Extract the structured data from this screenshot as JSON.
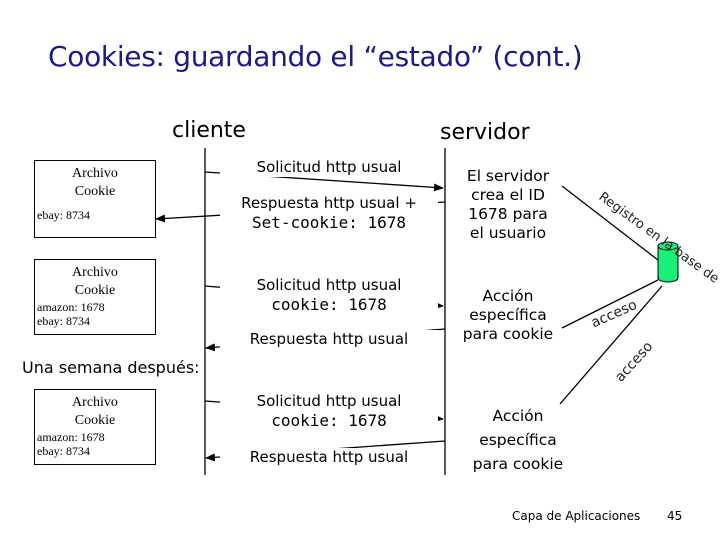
{
  "title": "Cookies: guardando el “estado” (cont.)",
  "client_label": "cliente",
  "server_label": "servidor",
  "week_later": "Una semana después:",
  "cookie_files": [
    {
      "title": [
        "Archivo",
        "Cookie"
      ],
      "entries": [
        "ebay: 8734"
      ]
    },
    {
      "title": [
        "Archivo",
        "Cookie"
      ],
      "entries": [
        "amazon: 1678",
        "ebay: 8734"
      ]
    },
    {
      "title": [
        "Archivo",
        "Cookie"
      ],
      "entries": [
        "amazon: 1678",
        "ebay: 8734"
      ]
    }
  ],
  "messages": {
    "m1": "Solicitud http usual",
    "m2_line1": "Respuesta http usual +",
    "m2_line2": "Set-cookie: 1678",
    "m3_line1": "Solicitud http usual",
    "m3_line2": "cookie: 1678",
    "m4": "Respuesta http usual",
    "m5_line1": "Solicitud http usual",
    "m5_line2": "cookie: 1678",
    "m6": "Respuesta http usual"
  },
  "server_notes": [
    [
      "El servidor",
      "crea el ID",
      "1678 para",
      "el usuario"
    ],
    [
      "Acción",
      "específica",
      "para cookie"
    ],
    [
      "Acción",
      "específica",
      "para cookie"
    ]
  ],
  "database": {
    "register_label": "Registro en la base de datos backend",
    "access_labels": [
      "acceso",
      "acceso"
    ]
  },
  "footer": "Capa de Aplicaciones",
  "page_number": "45"
}
